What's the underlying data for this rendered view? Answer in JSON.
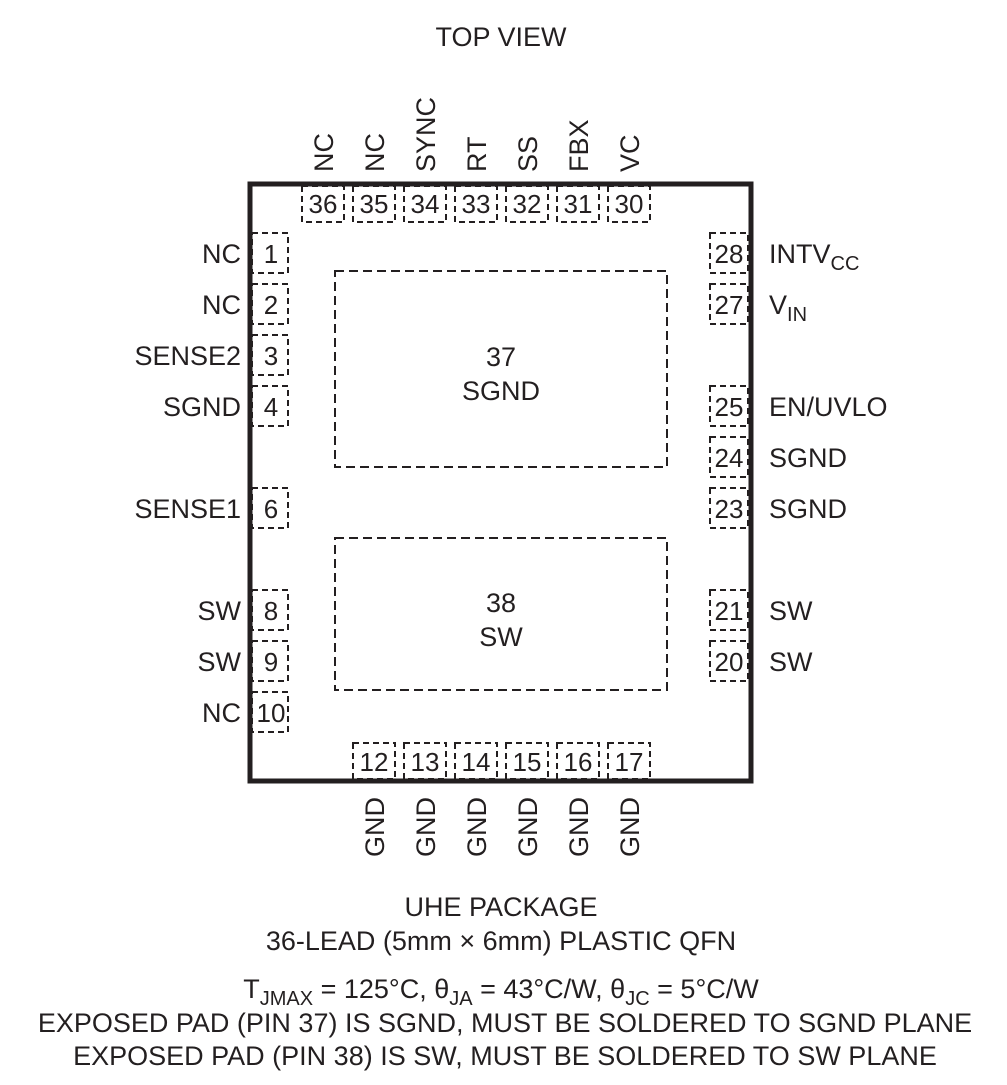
{
  "title": "TOP VIEW",
  "pins": {
    "top": [
      {
        "num": "36",
        "name": "NC"
      },
      {
        "num": "35",
        "name": "NC"
      },
      {
        "num": "34",
        "name": "SYNC"
      },
      {
        "num": "33",
        "name": "RT"
      },
      {
        "num": "32",
        "name": "SS"
      },
      {
        "num": "31",
        "name": "FBX"
      },
      {
        "num": "30",
        "name": "VC"
      }
    ],
    "bottom": [
      {
        "num": "12",
        "name": "GND"
      },
      {
        "num": "13",
        "name": "GND"
      },
      {
        "num": "14",
        "name": "GND"
      },
      {
        "num": "15",
        "name": "GND"
      },
      {
        "num": "16",
        "name": "GND"
      },
      {
        "num": "17",
        "name": "GND"
      }
    ],
    "left": [
      {
        "num": "1",
        "name": "NC"
      },
      {
        "num": "2",
        "name": "NC"
      },
      {
        "num": "3",
        "name": "SENSE2"
      },
      {
        "num": "4",
        "name": "SGND"
      },
      {
        "num": "6",
        "name": "SENSE1"
      },
      {
        "num": "8",
        "name": "SW"
      },
      {
        "num": "9",
        "name": "SW"
      },
      {
        "num": "10",
        "name": "NC"
      }
    ],
    "right": [
      {
        "num": "28",
        "name": "INTV",
        "sub": "CC"
      },
      {
        "num": "27",
        "name": "V",
        "sub": "IN"
      },
      {
        "num": "25",
        "name": "EN/UVLO"
      },
      {
        "num": "24",
        "name": "SGND"
      },
      {
        "num": "23",
        "name": "SGND"
      },
      {
        "num": "21",
        "name": "SW"
      },
      {
        "num": "20",
        "name": "SW"
      }
    ]
  },
  "exposed_pads": [
    {
      "num": "37",
      "name": "SGND"
    },
    {
      "num": "38",
      "name": "SW"
    }
  ],
  "package": {
    "line1": "UHE PACKAGE",
    "line2": "36-LEAD (5mm × 6mm) PLASTIC QFN"
  },
  "thermal": {
    "t_main": "T",
    "t_sub": "JMAX",
    "t_val": " = 125°C, θ",
    "ja_sub": "JA",
    "ja_val": " = 43°C/W, θ",
    "jc_sub": "JC",
    "jc_val": " = 5°C/W"
  },
  "notes": [
    "EXPOSED PAD (PIN 37) IS SGND, MUST BE SOLDERED TO SGND PLANE",
    "EXPOSED PAD (PIN 38) IS SW, MUST BE SOLDERED TO SW PLANE"
  ]
}
